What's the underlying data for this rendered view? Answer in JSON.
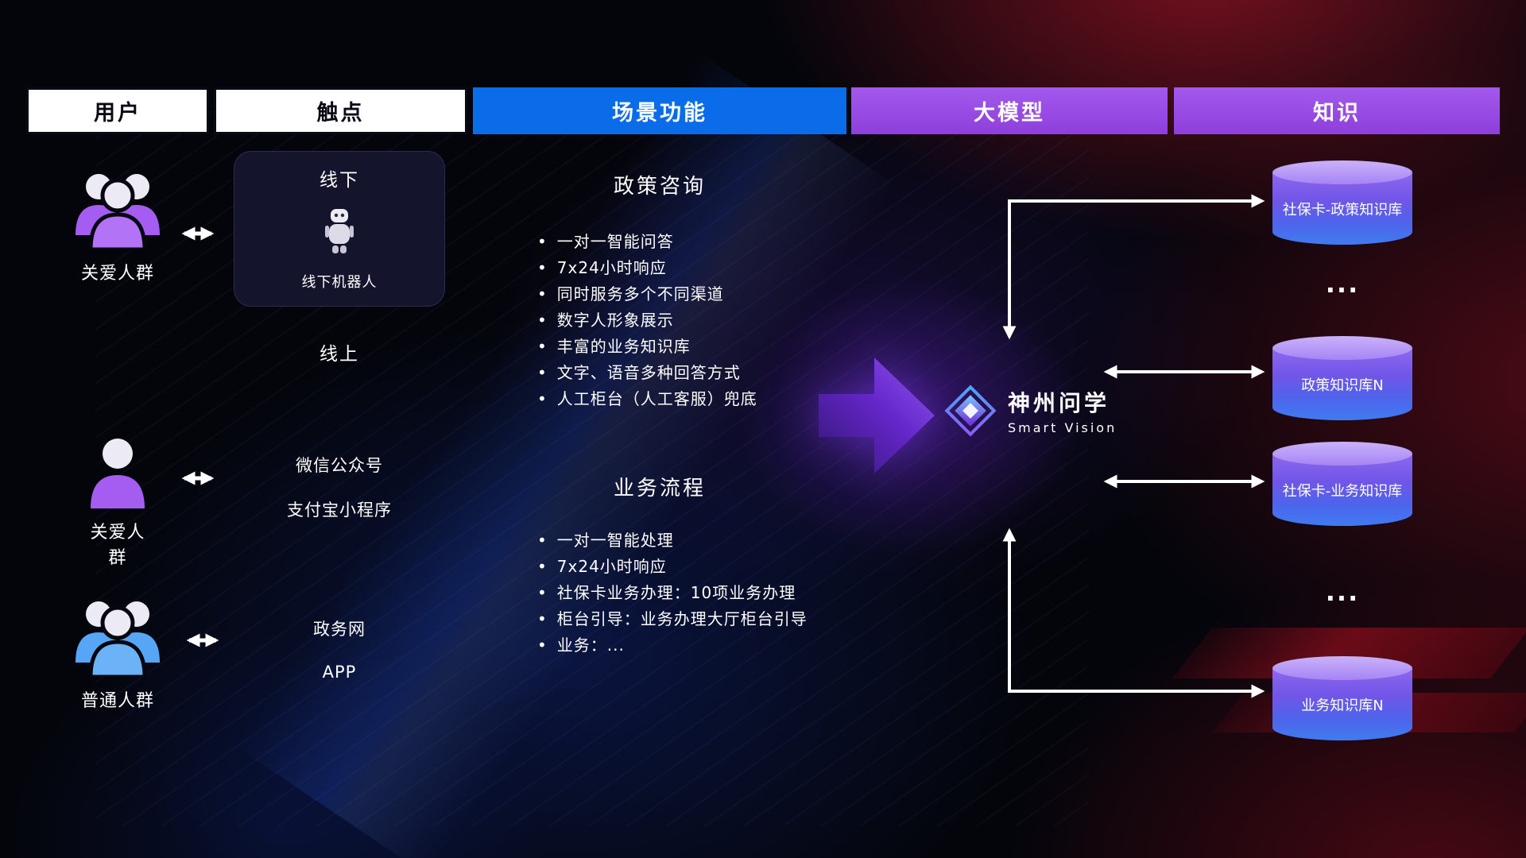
{
  "header": {
    "columns": [
      {
        "label": "用户"
      },
      {
        "label": "触点"
      },
      {
        "label": "场景功能"
      },
      {
        "label": "大模型"
      },
      {
        "label": "知识"
      }
    ]
  },
  "users": {
    "groups": [
      {
        "label": "关爱人群"
      },
      {
        "label": "关爱人群"
      },
      {
        "label": "普通人群"
      }
    ]
  },
  "touchpoints": {
    "offline": {
      "title": "线下",
      "robot_label": "线下机器人"
    },
    "online_title": "线上",
    "channels": [
      "微信公众号",
      "支付宝小程序",
      "政务网",
      "APP"
    ]
  },
  "scenario": {
    "bullet": "•",
    "policy": {
      "title": "政策咨询",
      "items": [
        "一对一智能问答",
        "7x24小时响应",
        "同时服务多个不同渠道",
        "数字人形象展示",
        "丰富的业务知识库",
        "文字、语音多种回答方式",
        "人工柜台（人工客服）兜底"
      ]
    },
    "business": {
      "title": "业务流程",
      "items": [
        "一对一智能处理",
        "7x24小时响应",
        "社保卡业务办理：10项业务办理",
        "柜台引导：业务办理大厅柜台引导",
        "业务：..."
      ]
    }
  },
  "model": {
    "name": "神州问学",
    "subtitle": "Smart Vision"
  },
  "knowledge": {
    "cylinders": [
      "社保卡-政策知识库",
      "政策知识库N",
      "社保卡-业务知识库",
      "业务知识库N"
    ],
    "ellipsis": "..."
  },
  "icons": {
    "care_group": "users-group-icon",
    "single_user": "user-icon",
    "bidirectional": "double-arrow-icon",
    "robot": "robot-icon",
    "flow": "big-flow-arrow-icon",
    "logo": "diamond-logo-icon",
    "knowledge_store": "database-icon"
  },
  "colors": {
    "scenario_header": "#0a6ce8",
    "model_header": "#9b4ce0",
    "cylinder_top": "#b393f5",
    "cylinder_body": "#4f63ea",
    "accent_arrow": "#6d28d9",
    "user_purple": "#a55cf1",
    "user_blue": "#57a6f5",
    "connector": "#ffffff"
  }
}
